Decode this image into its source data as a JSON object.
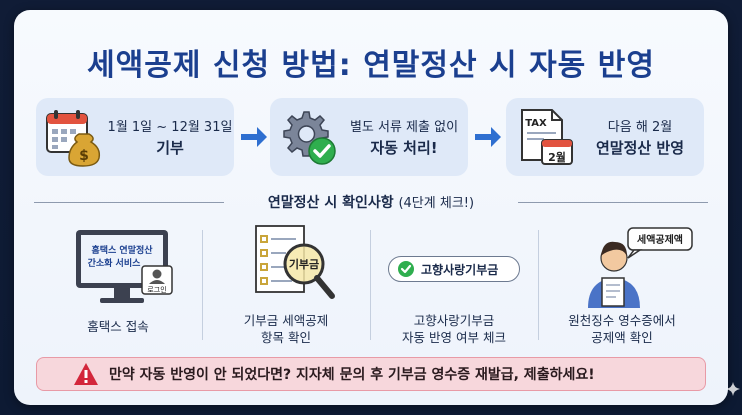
{
  "title": "세액공제 신청 방법: 연말정산 시 자동 반영",
  "steps": [
    {
      "line1": "1월 1일 ~ 12월 31일",
      "line2": "기부"
    },
    {
      "line1": "별도 서류 제출 없이",
      "line2": "자동 처리!"
    },
    {
      "line1": "다음 해 2월",
      "line2": "연말정산 반영"
    }
  ],
  "step_icons": [
    "calendar-money-icon",
    "gear-check-icon",
    "tax-document-icon"
  ],
  "calendar_money_symbol": "$",
  "tax_doc": {
    "tax_label": "TAX",
    "month_label": "2월"
  },
  "checklist": {
    "heading": "연말정산 시 확인사항",
    "heading_sub": "(4단계 체크!)",
    "items": [
      {
        "caption_line1": "홈택스 접속",
        "caption_line2": ""
      },
      {
        "caption_line1": "기부금 세액공제",
        "caption_line2": "항목 확인"
      },
      {
        "caption_line1": "고향사랑기부금",
        "caption_line2": "자동 반영 여부 체크"
      },
      {
        "caption_line1": "원천징수 영수증에서",
        "caption_line2": "공제액 확인"
      }
    ]
  },
  "hometax_screen": {
    "line1": "홈택스 연말정산",
    "line2": "간소화 서비스",
    "login": "로그인"
  },
  "magnifier_label": "기부금",
  "pill_label": "고향사랑기부금",
  "speech_bubble": "세액공제액",
  "warning": "만약 자동 반영이 안 되었다면? 지자체 문의 후 기부금 영수증 재발급, 제출하세요!",
  "colors": {
    "title": "#1b3f8f",
    "step_bg": "#dfe9f8",
    "arrow": "#2e6fd0",
    "warning_bg": "#f7d7dc",
    "warning_icon": "#d3263b",
    "check_green": "#2fae4e"
  }
}
